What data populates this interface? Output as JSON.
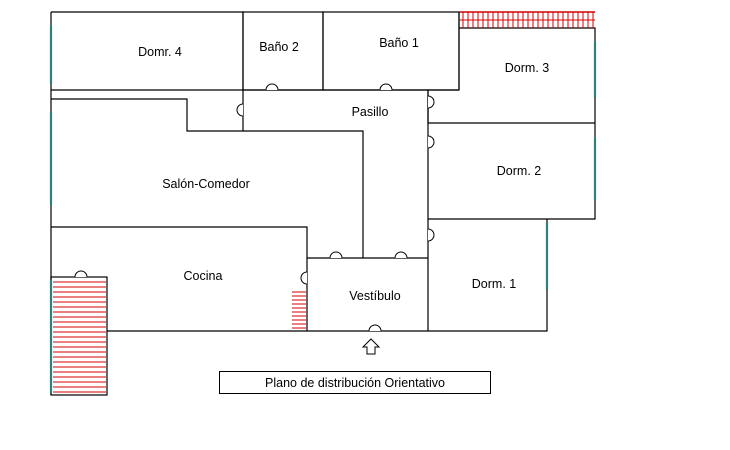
{
  "colors": {
    "wall": "#000000",
    "window": "#2f7f7f",
    "stair": "#d40000"
  },
  "rooms": {
    "dormitorio_4": "Domr. 4",
    "bano_2": "Baño 2",
    "bano_1": "Baño 1",
    "dormitorio_3": "Dorm. 3",
    "pasillo": "Pasillo",
    "salon_comedor": "Salón-Comedor",
    "dormitorio_2": "Dorm. 2",
    "cocina": "Cocina",
    "vestibulo": "Vestíbulo",
    "dormitorio_1": "Dorm. 1"
  },
  "caption": "Plano de distribución Orientativo",
  "icons": {
    "entrance": "arrow-up-outline-icon"
  }
}
